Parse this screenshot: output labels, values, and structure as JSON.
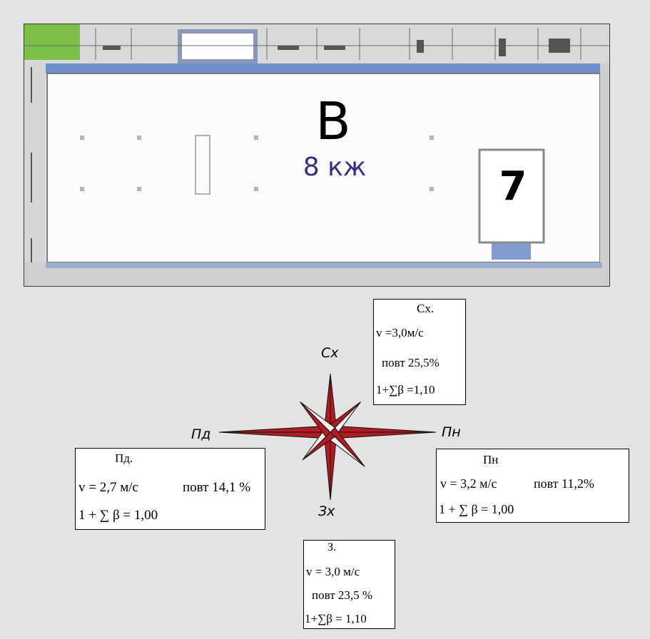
{
  "plan": {
    "letter": "В",
    "code": "8 кж",
    "number": "7"
  },
  "rose": {
    "labels": {
      "north": "Сх",
      "east": "Пн",
      "south": "Зх",
      "west": "Пд"
    },
    "colors": {
      "fill": "#b01c22",
      "light": "#f3f3f3",
      "stroke": "#111111"
    }
  },
  "boxes": {
    "north": {
      "title": "Сх.",
      "speed": "v =3,0м/с",
      "freq": "повт 25,5%",
      "sum": "1+∑β =1,10"
    },
    "west": {
      "title": "Пд.",
      "speed": "v = 2,7 м/с",
      "freq": "повт 14,1 %",
      "sum": "1 + ∑ β = 1,00"
    },
    "east": {
      "title": "Пн",
      "speed": "v = 3,2  м/с",
      "freq": "повт   11,2%",
      "sum": "1 + ∑  β = 1,00"
    },
    "south": {
      "title": "З.",
      "speed": "v = 3,0 м/с",
      "freq": "повт 23,5 %",
      "sum": "1+∑β = 1,10"
    }
  }
}
